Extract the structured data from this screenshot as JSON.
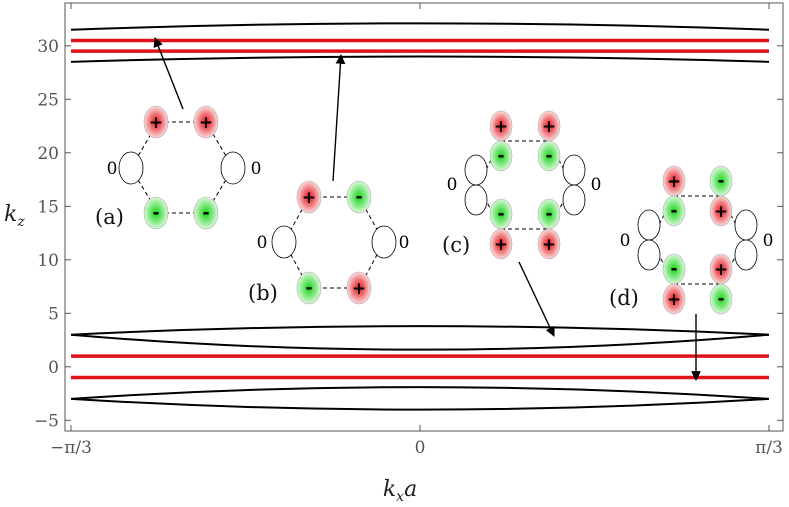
{
  "chart_data": {
    "type": "line",
    "xlabel": "k",
    "xlabel_sub": "x",
    "xlabel_tail": "a",
    "ylabel": "k",
    "ylabel_sub": "z",
    "xlim": [
      -1.0472,
      1.0472
    ],
    "ylim": [
      -6,
      34
    ],
    "x_ticks": [
      {
        "value": -1.0472,
        "label": "−π/3"
      },
      {
        "value": 0,
        "label": "0"
      },
      {
        "value": 1.0472,
        "label": "π/3"
      }
    ],
    "y_ticks": [
      {
        "value": -5,
        "label": "−5"
      },
      {
        "value": 0,
        "label": "0"
      },
      {
        "value": 5,
        "label": "5"
      },
      {
        "value": 10,
        "label": "10"
      },
      {
        "value": 15,
        "label": "15"
      },
      {
        "value": 20,
        "label": "20"
      },
      {
        "value": 25,
        "label": "25"
      },
      {
        "value": 30,
        "label": "30"
      }
    ],
    "flat_bands": [
      {
        "y": 30.5,
        "color": "#e0131a"
      },
      {
        "y": 29.5,
        "color": "#e0131a"
      },
      {
        "y": 1.0,
        "color": "#e0131a"
      },
      {
        "y": -1.0,
        "color": "#e0131a"
      }
    ],
    "lens_bands": [
      {
        "y_edge": 31.5,
        "y_center": 32.1
      },
      {
        "y_edge": 28.5,
        "y_center": 29.0
      },
      {
        "y_edge": 3.0,
        "y_center": 3.8
      },
      {
        "y_edge": 3.0,
        "y_center": 1.6
      },
      {
        "y_edge": -3.0,
        "y_center": -1.9
      },
      {
        "y_edge": -3.0,
        "y_center": -4.0
      }
    ],
    "band_color": "#000000",
    "flat_band_color": "#e0131a",
    "panel_labels": [
      "(a)",
      "(b)",
      "(c)",
      "(d)"
    ],
    "orbital_signs": {
      "plus": "+",
      "minus": "-",
      "zero": "0"
    }
  }
}
